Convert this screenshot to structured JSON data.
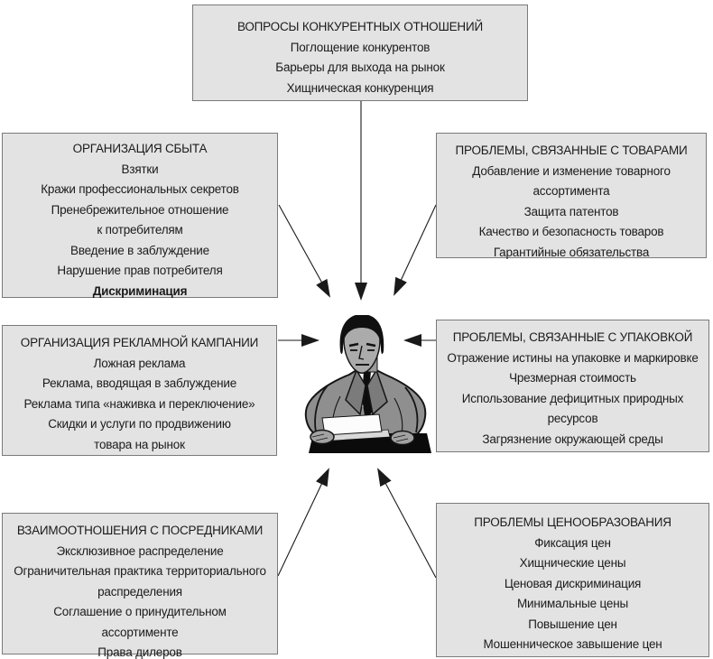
{
  "diagram": {
    "language": "ru",
    "center_illustration": "man-at-typewriter-illustration",
    "colors": {
      "box_fill": "#e3e3e3",
      "box_border": "#7a7a7a",
      "text": "#1b1b1b",
      "arrow": "#1a1a1a",
      "suit_gray": "#8f8f8f",
      "desk_black": "#0b0b0b"
    },
    "boxes": {
      "competition": {
        "title": "ВОПРОСЫ КОНКУРЕНТНЫХ ОТНОШЕНИЙ",
        "items": [
          "Поглощение конкурентов",
          "Барьеры для выхода на рынок",
          "Хищническая конкуренция"
        ]
      },
      "sales": {
        "title": "ОРГАНИЗАЦИЯ СБЫТА",
        "items": [
          "Взятки",
          "Кражи профессиональных секретов",
          "Пренебрежительное отношение\nк потребителям",
          "Введение в заблуждение",
          "Нарушение прав потребителя"
        ],
        "bold_item": "Дискриминация"
      },
      "products": {
        "title": "ПРОБЛЕМЫ, СВЯЗАННЫЕ С ТОВАРАМИ",
        "items": [
          "Добавление и изменение товарного\nассортимента",
          "Защита патентов",
          "Качество и безопасность товаров",
          "Гарантийные обязательства"
        ]
      },
      "advertising": {
        "title": "ОРГАНИЗАЦИЯ РЕКЛАМНОЙ КАМПАНИИ",
        "items": [
          "Ложная реклама",
          "Реклама, вводящая в заблуждение",
          "Реклама типа «наживка и переключение»",
          "Скидки и услуги по продвижению\nтовара на рынок"
        ]
      },
      "packaging": {
        "title": "ПРОБЛЕМЫ, СВЯЗАННЫЕ С УПАКОВКОЙ",
        "items": [
          "Отражение истины на упаковке и маркировке",
          "Чрезмерная стоимость",
          "Использование дефицитных природных\nресурсов",
          "Загрязнение окружающей среды"
        ]
      },
      "intermediaries": {
        "title": "ВЗАИМООТНОШЕНИЯ С ПОСРЕДНИКАМИ",
        "items": [
          "Эксклюзивное распределение",
          "Ограничительная практика территориального\nраспределения",
          "Соглашение  о принудительном\nассортименте",
          "Права дилеров"
        ]
      },
      "pricing": {
        "title": "ПРОБЛЕМЫ ЦЕНООБРАЗОВАНИЯ",
        "items": [
          "Фиксация цен",
          "Хищнические цены",
          "Ценовая дискриминация",
          "Минимальные цены",
          "Повышение цен",
          "Мошенническое завышение цен"
        ]
      }
    }
  }
}
